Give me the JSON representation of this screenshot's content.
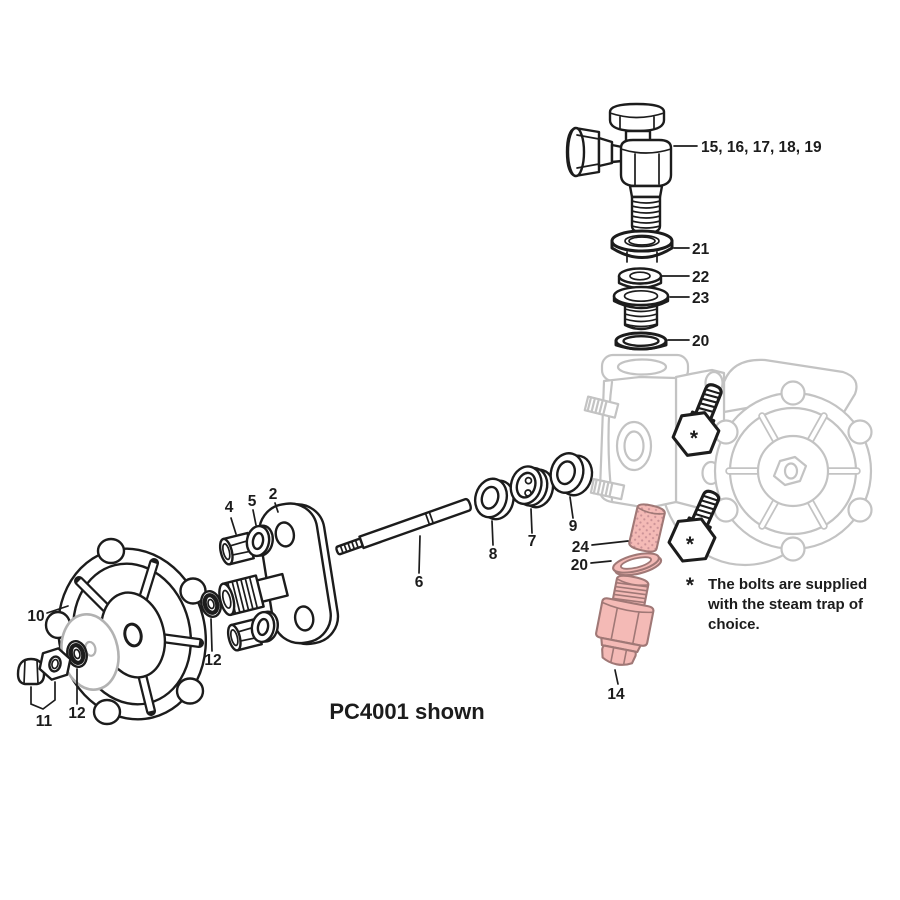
{
  "diagram": {
    "caption": "PC4001 shown",
    "callout_group": "15, 16, 17, 18, 19",
    "labels": {
      "p2": "2",
      "p4": "4",
      "p5": "5",
      "p6": "6",
      "p7": "7",
      "p8": "8",
      "p9": "9",
      "p10": "10",
      "p11": "11",
      "p12": "12",
      "p14": "14",
      "p20": "20",
      "p21": "21",
      "p22": "22",
      "p23": "23",
      "p24": "24"
    },
    "note": {
      "marker": "*",
      "lines": [
        "The bolts are supplied",
        "with the steam trap of",
        "choice."
      ]
    },
    "colors": {
      "outline": "#1c1c1c",
      "ghost": "#c3c3c3",
      "nameplate": "#b2b2b2",
      "pink_fill": "#f4bab6",
      "pink_stroke": "#a07876",
      "pink_texture": "#cb9297"
    }
  }
}
